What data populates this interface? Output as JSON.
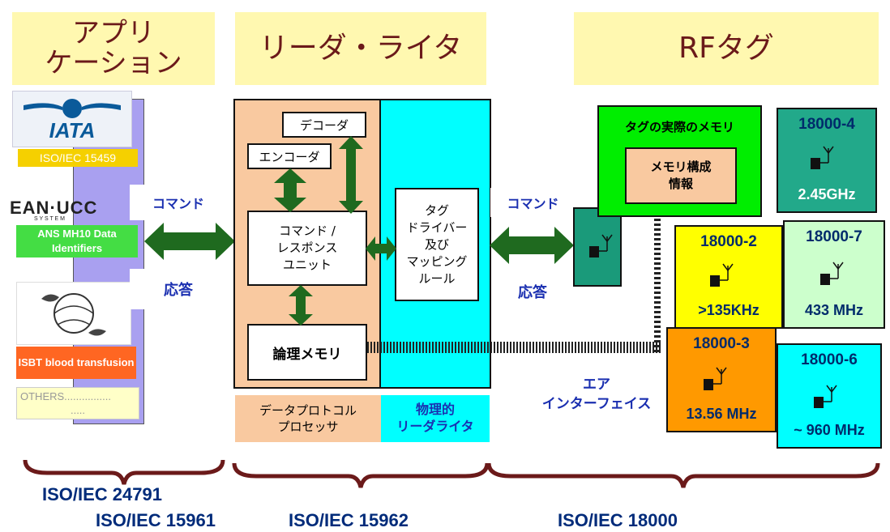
{
  "headers": {
    "application_line1": "アプリ",
    "application_line2": "ケーション",
    "reader_writer": "リーダ・ライタ",
    "rf_tag": "RFタグ"
  },
  "application_column": {
    "iata_logo": "IATA",
    "iata_standard": "ISO/IEC 15459",
    "ean_logo": "EAN·UCC",
    "ean_logo_sub": "S Y S T E M",
    "ans_label": "ANS MH10 Data Identifiers",
    "isbt_label": "ISBT blood transfusion",
    "others_label": "OTHERS................",
    "others_dots": "....."
  },
  "left_arrow": {
    "command": "コマンド",
    "response": "応答"
  },
  "reader": {
    "decoder": "デコーダ",
    "encoder": "エンコーダ",
    "command_response_unit": [
      "コマンド /",
      "レスポンス",
      "ユニット"
    ],
    "logical_memory": "論理メモリ",
    "tag_driver": [
      "タグ",
      "ドライバー",
      "及び",
      "マッピング",
      "ルール"
    ],
    "data_protocol_processor": [
      "データプロトコル",
      "プロセッサ"
    ],
    "physical_reader": [
      "物理的",
      "リーダライタ"
    ]
  },
  "right_arrow": {
    "command": "コマンド",
    "response": "応答"
  },
  "air_interface": [
    "エア",
    "インターフェイス"
  ],
  "tag_memory": {
    "title": "タグの実際のメモリ",
    "config": [
      "メモリ構成",
      "情報"
    ]
  },
  "tags": [
    {
      "number": "18000-4",
      "freq": "2.45GHz",
      "color": "#22a98a"
    },
    {
      "number": "18000-2",
      "freq": ">135KHz",
      "color": "#ffff00"
    },
    {
      "number": "18000-7",
      "freq": "433 MHz",
      "color": "#ccffcc"
    },
    {
      "number": "18000-3",
      "freq": "13.56 MHz",
      "color": "#ff9900"
    },
    {
      "number": "18000-6",
      "freq": "~ 960 MHz",
      "color": "#00ffff"
    }
  ],
  "standards": {
    "iso_24791": "ISO/IEC 24791",
    "iso_15961": "ISO/IEC 15961",
    "iso_15962": "ISO/IEC 15962",
    "iso_18000": "ISO/IEC 18000"
  },
  "colors": {
    "header_bg": "#fff8b0",
    "arrow_green": "#1f6a1f",
    "reader_peach": "#f9c9a0",
    "reader_cyan": "#00ffff",
    "app_purple": "#a9a0f0",
    "tag_memory_green": "#00ee00",
    "brace_brown": "#6b1a1a"
  }
}
